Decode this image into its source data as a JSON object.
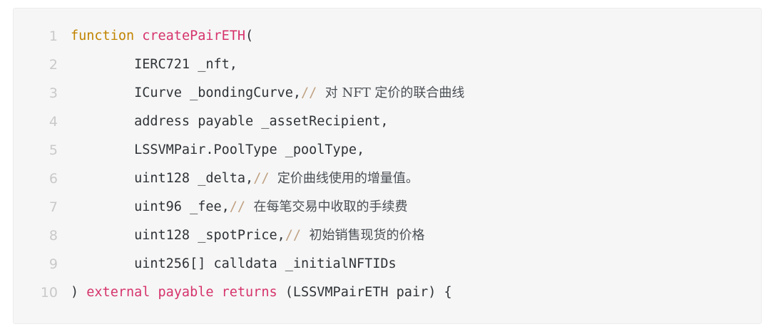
{
  "code_block": {
    "language": "solidity",
    "background_color": "#f6f6f6",
    "border_color": "#ececed",
    "gutter_color": "#c9c9c9",
    "colors": {
      "keyword": "#c18401",
      "function_name": "#d6336c",
      "modifier": "#d6336c",
      "plain_text": "#2f3337",
      "comment_slashes": "#bfa182",
      "comment_text": "#4a4f54"
    },
    "lines": [
      {
        "number": "1",
        "tokens": [
          {
            "kind": "keyword",
            "text": "function"
          },
          {
            "kind": "plain",
            "text": " "
          },
          {
            "kind": "title",
            "text": "createPairETH"
          },
          {
            "kind": "plain",
            "text": "("
          }
        ]
      },
      {
        "number": "2",
        "tokens": [
          {
            "kind": "plain",
            "text": "        IERC721 _nft,"
          }
        ]
      },
      {
        "number": "3",
        "tokens": [
          {
            "kind": "plain",
            "text": "        ICurve _bondingCurve,"
          },
          {
            "kind": "comment-slash",
            "text": "//"
          },
          {
            "kind": "comment-text",
            "text": "  对 NFT 定价的联合曲线"
          }
        ]
      },
      {
        "number": "4",
        "tokens": [
          {
            "kind": "plain",
            "text": "        address payable _assetRecipient,"
          }
        ]
      },
      {
        "number": "5",
        "tokens": [
          {
            "kind": "plain",
            "text": "        LSSVMPair.PoolType _poolType,"
          }
        ]
      },
      {
        "number": "6",
        "tokens": [
          {
            "kind": "plain",
            "text": "        uint128 _delta,"
          },
          {
            "kind": "comment-slash",
            "text": "//"
          },
          {
            "kind": "comment-text",
            "text": "  定价曲线使用的增量值。"
          }
        ]
      },
      {
        "number": "7",
        "tokens": [
          {
            "kind": "plain",
            "text": "        uint96 _fee,"
          },
          {
            "kind": "comment-slash",
            "text": "//"
          },
          {
            "kind": "comment-text",
            "text": "  在每笔交易中收取的手续费"
          }
        ]
      },
      {
        "number": "8",
        "tokens": [
          {
            "kind": "plain",
            "text": "        uint128 _spotPrice,"
          },
          {
            "kind": "comment-slash",
            "text": "//"
          },
          {
            "kind": "comment-text",
            "text": "  初始销售现货的价格"
          }
        ]
      },
      {
        "number": "9",
        "tokens": [
          {
            "kind": "plain",
            "text": "        uint256[] calldata _initialNFTIDs"
          }
        ]
      },
      {
        "number": "10",
        "tokens": [
          {
            "kind": "plain",
            "text": ") "
          },
          {
            "kind": "strong",
            "text": "external payable returns"
          },
          {
            "kind": "plain",
            "text": " (LSSVMPairETH pair) {"
          }
        ]
      }
    ]
  }
}
